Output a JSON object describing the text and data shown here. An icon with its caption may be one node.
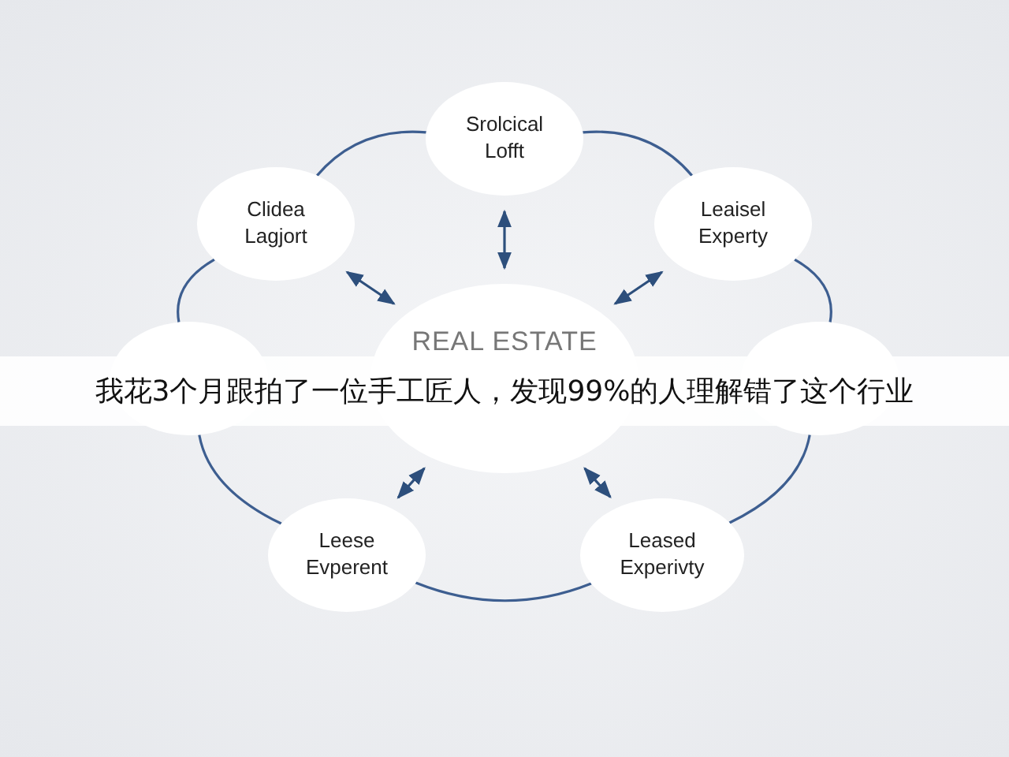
{
  "diagram": {
    "nodes": [
      {
        "text": [
          "REAL ESTATE"
        ]
      },
      {
        "text": [
          "Srolcical Lofft"
        ]
      },
      {
        "text": [
          "Clidea Lagjort"
        ]
      },
      {
        "text": [
          "Leaisel Experty"
        ]
      },
      {
        "text": [],
        "shape": "circle"
      },
      {
        "text": [],
        "shape": "circle"
      },
      {
        "text": [
          "Leese Evperent"
        ]
      },
      {
        "text": [
          "Leased Experivty"
        ]
      }
    ],
    "edges": [
      {
        "from": 0,
        "to": 1,
        "arrow": "both"
      },
      {
        "from": 0,
        "to": 2,
        "arrow": "both"
      },
      {
        "from": 0,
        "to": 3,
        "arrow": "both"
      },
      {
        "from": 0,
        "to": 6,
        "arrow": "both"
      },
      {
        "from": 0,
        "to": 7,
        "arrow": "both"
      },
      {
        "from": 1,
        "to": 3,
        "arrow": "none"
      },
      {
        "from": 3,
        "to": 5,
        "arrow": "none"
      },
      {
        "from": 5,
        "to": 7,
        "arrow": "none"
      },
      {
        "from": 7,
        "to": 6,
        "arrow": "none"
      },
      {
        "from": 6,
        "to": 4,
        "arrow": "none"
      },
      {
        "from": 4,
        "to": 2,
        "arrow": "none"
      },
      {
        "from": 2,
        "to": 1,
        "arrow": "none"
      }
    ],
    "labels": [
      "我花3个月跟拍了一位手工匠人，发现99%的人理解错了这个行业"
    ]
  }
}
